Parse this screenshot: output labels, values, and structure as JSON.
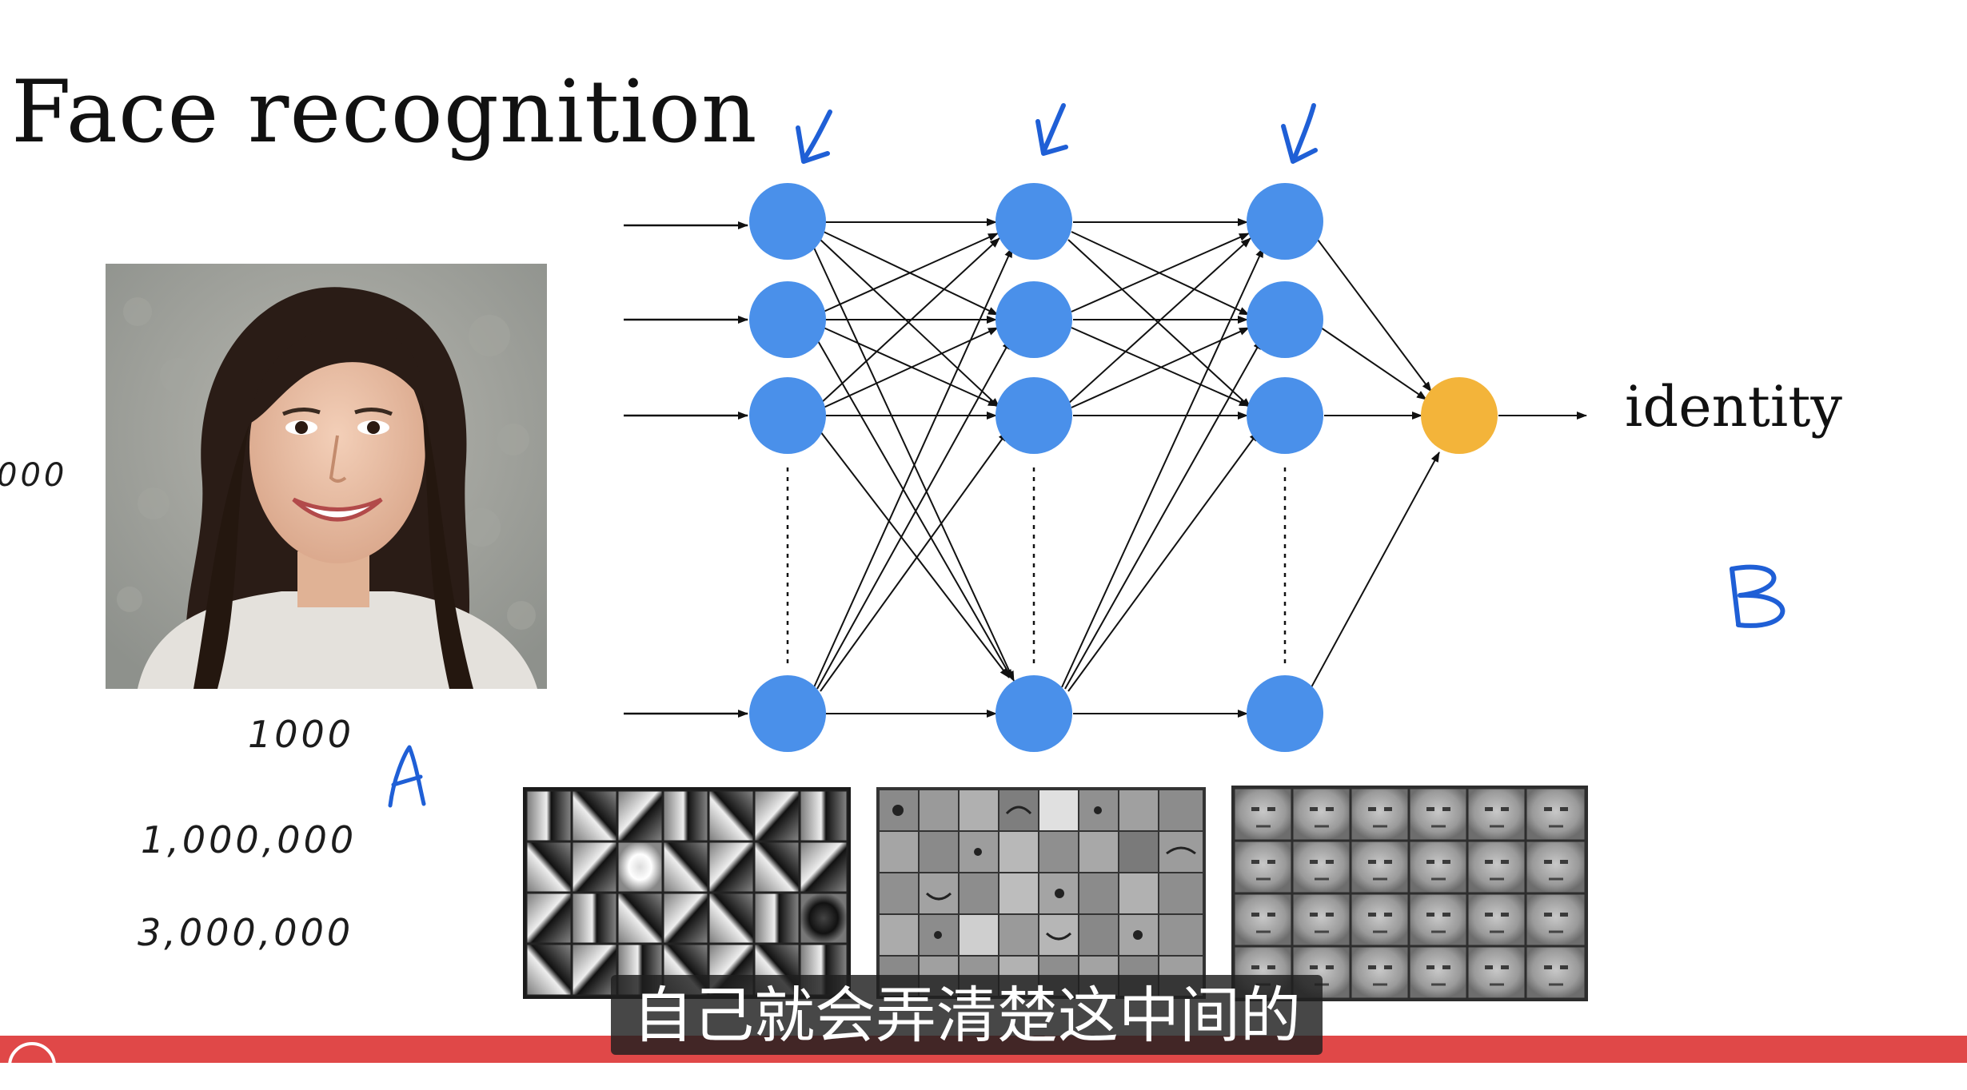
{
  "slide": {
    "title": "Face recognition",
    "output_label": "identity"
  },
  "annotations": {
    "left_edge": "000",
    "count_1": "1000",
    "count_2": "1,000,000",
    "count_3": "3,000,000",
    "letter_a": "A",
    "letter_b": "B"
  },
  "subtitle": {
    "text": "自己就会弄清楚这中间的"
  },
  "colors": {
    "node": "#4a90ea",
    "output_node": "#f3b43a",
    "pen_blue": "#1f5fd6",
    "bar": "#e04848"
  },
  "icons": {
    "arrows": "hand-drawn-down-arrow-icon",
    "logo": "channel-logo-icon"
  }
}
